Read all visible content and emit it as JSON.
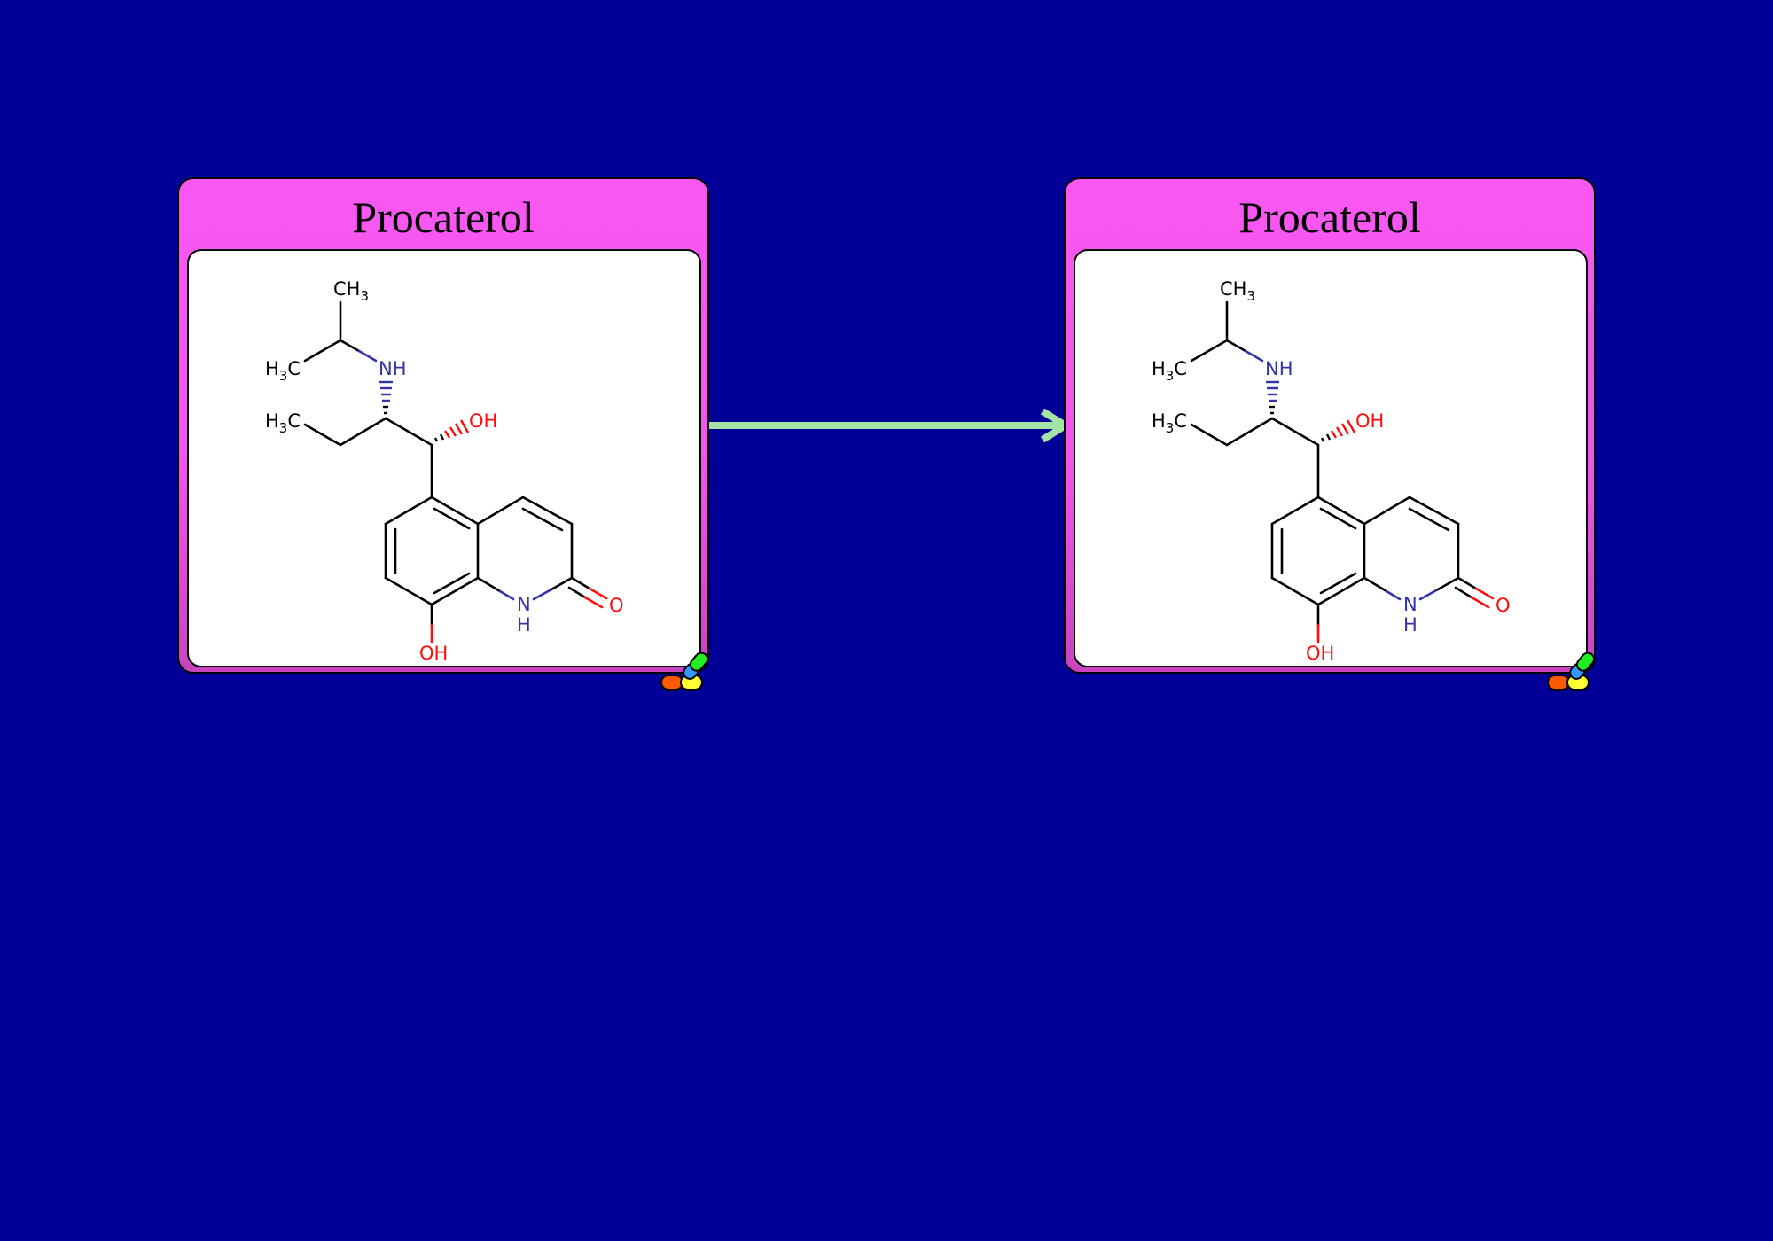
{
  "colors": {
    "background": "#000099",
    "card_header": "#f957f2",
    "arrow": "#a4e4a4",
    "nitrogen": "#3333aa",
    "oxygen": "#ff0d0d"
  },
  "reaction": {
    "reactant": {
      "name": "Procaterol"
    },
    "product": {
      "name": "Procaterol"
    }
  },
  "atom_labels": {
    "ch3_top": "CH",
    "ch3_sub": "3",
    "h3c_h": "H",
    "h3c_sub": "3",
    "h3c_c": "C",
    "nh": "NH",
    "oh": "OH",
    "ring_n": "N",
    "ring_h": "H",
    "carbonyl_o": "O",
    "phenol_oh": "OH"
  },
  "icons": {
    "badge": "pill-icon",
    "arrow": "reaction-arrow"
  }
}
